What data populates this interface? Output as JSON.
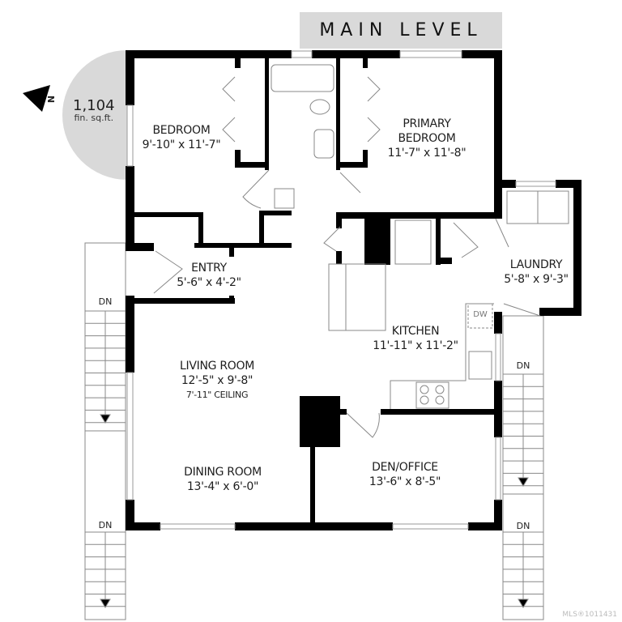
{
  "title": "MAIN LEVEL",
  "area": {
    "value": "1,104",
    "unit": "fin. sq.ft."
  },
  "compass": {
    "letter": "N"
  },
  "rooms": [
    {
      "name": "BEDROOM",
      "dims": "9'-10\" x 11'-7\""
    },
    {
      "name": "PRIMARY BEDROOM",
      "line1": "PRIMARY",
      "line2": "BEDROOM",
      "dims": "11'-7\" x 11'-8\""
    },
    {
      "name": "ENTRY",
      "dims": "5'-6\" x 4'-2\""
    },
    {
      "name": "LAUNDRY",
      "dims": "5'-8\" x 9'-3\""
    },
    {
      "name": "KITCHEN",
      "dims": "11'-11\" x 11'-2\""
    },
    {
      "name": "LIVING ROOM",
      "dims": "12'-5\" x 9'-8\"",
      "note": "7'-11\" CEILING"
    },
    {
      "name": "DINING ROOM",
      "dims": "13'-4\" x 6'-0\""
    },
    {
      "name": "DEN/OFFICE",
      "dims": "13'-6\" x 8'-5\""
    }
  ],
  "fixtures": {
    "dishwasher": "DW"
  },
  "stairs": [
    "DN",
    "DN",
    "DN",
    "DN"
  ],
  "watermark": "MLS®1011431",
  "colors": {
    "wall": "#000000",
    "badge": "#d9d9d9"
  }
}
